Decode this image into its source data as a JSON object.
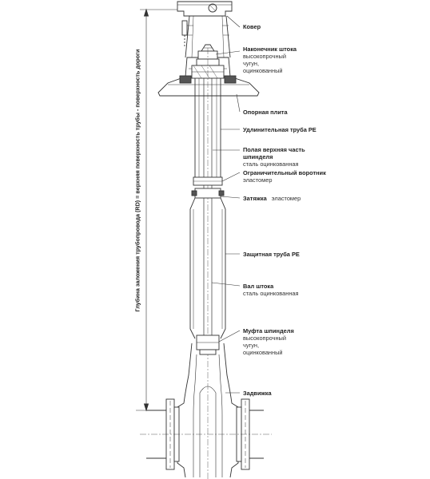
{
  "dimension_label": "Глубина заложения трубопровода (RD) = верхняя поверхность трубы - поверхность дороги",
  "labels": [
    {
      "key": "kover",
      "title": "Ковер",
      "subtitle": ""
    },
    {
      "key": "tip",
      "title": "Наконечник штока",
      "subtitle": "высокопрочный чугун, оцинкованный"
    },
    {
      "key": "plate",
      "title": "Опорная плита",
      "subtitle": ""
    },
    {
      "key": "ext_pipe",
      "title": "Удлинительная труба PE",
      "subtitle": ""
    },
    {
      "key": "hollow",
      "title": "Полая верхняя часть шпинделя",
      "subtitle": "сталь оцинкованная"
    },
    {
      "key": "collar",
      "title": "Ограничительный воротник",
      "subtitle": "эластомер"
    },
    {
      "key": "tight",
      "title": "Затяжка",
      "subtitle": "эластомер"
    },
    {
      "key": "prot_pipe",
      "title": "Защитная труба PE",
      "subtitle": ""
    },
    {
      "key": "shaft",
      "title": "Вал штока",
      "subtitle": "сталь оцинкованная"
    },
    {
      "key": "coupling",
      "title": "Муфта шпинделя",
      "subtitle": "высокопрочный чугун, оцинкованный"
    },
    {
      "key": "valve",
      "title": "Задвижка",
      "subtitle": ""
    }
  ]
}
